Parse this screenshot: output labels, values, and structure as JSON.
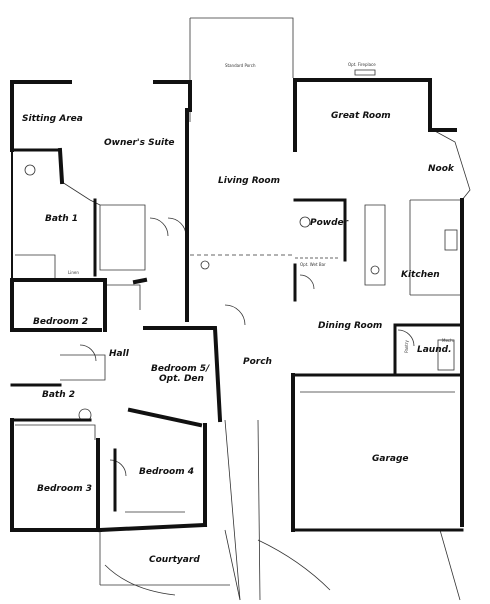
{
  "colors": {
    "wall": "#111111",
    "thin_line": "#333333",
    "background": "#ffffff"
  },
  "rooms": {
    "sitting_area": "Sitting Area",
    "owners_suite": "Owner's Suite",
    "living_room": "Living Room",
    "great_room": "Great Room",
    "nook": "Nook",
    "bath_1": "Bath 1",
    "powder": "Powder",
    "kitchen": "Kitchen",
    "bedroom_2": "Bedroom 2",
    "dining_room": "Dining Room",
    "hall": "Hall",
    "bedroom_5_line1": "Bedroom 5/",
    "bedroom_5_line2": "Opt. Den",
    "porch": "Porch",
    "laund": "Laund.",
    "bath_2": "Bath 2",
    "garage": "Garage",
    "bedroom_3": "Bedroom 3",
    "bedroom_4": "Bedroom 4",
    "courtyard": "Courtyard"
  },
  "annotations": {
    "standard_porch": "Standard Porch",
    "opt_fireplace": "Opt. Fireplace",
    "opt_wet_bar": "Opt. Wet Bar",
    "linen": "Linen",
    "pantry": "Pantry",
    "mech": "Mech."
  }
}
